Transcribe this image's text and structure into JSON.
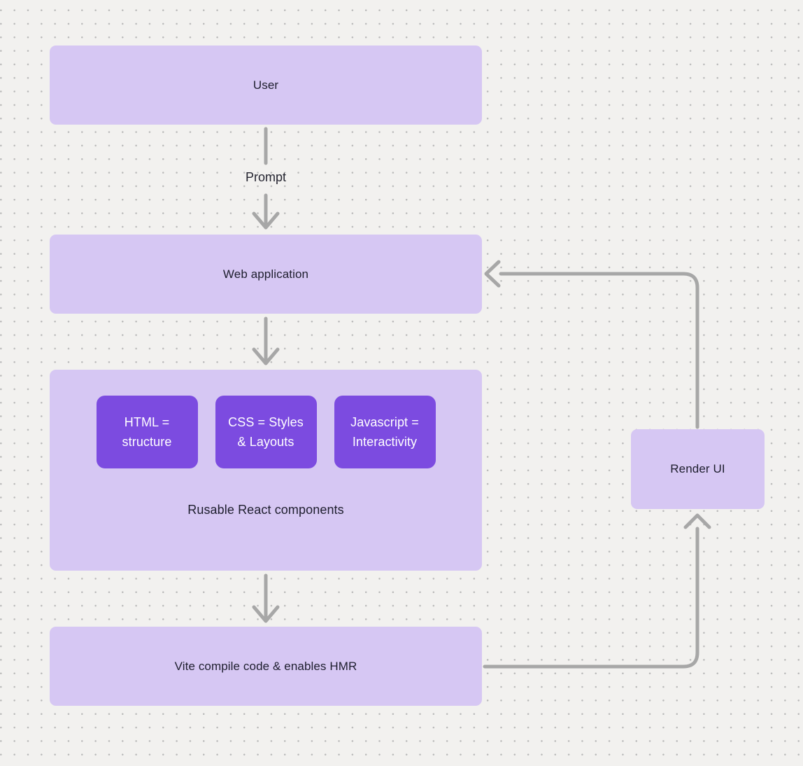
{
  "colors": {
    "background": "#f2f1ef",
    "dot": "#b9b9b9",
    "node_fill": "#d6c7f3",
    "chip_fill": "#7c4be0",
    "chip_text": "#ffffff",
    "arrow": "#a7a7a7",
    "label_text": "#1e1e2e"
  },
  "nodes": {
    "user": {
      "label": "User"
    },
    "web_application": {
      "label": "Web application"
    },
    "components_group": {
      "label": "Rusable React components",
      "chips": [
        {
          "label": "HTML = structure"
        },
        {
          "label": "CSS = Styles & Layouts"
        },
        {
          "label": "Javascript = Interactivity"
        }
      ]
    },
    "vite": {
      "label": "Vite compile code & enables HMR"
    },
    "render_ui": {
      "label": "Render UI"
    }
  },
  "edges": {
    "prompt_label": "Prompt"
  }
}
